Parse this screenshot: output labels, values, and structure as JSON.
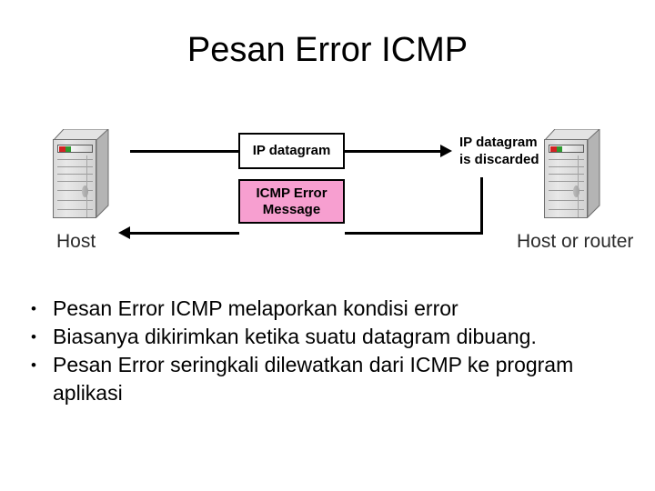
{
  "slide": {
    "title": "Pesan Error ICMP"
  },
  "diagram": {
    "left_node": {
      "caption": "Host",
      "icon": "tower-computer-icon"
    },
    "right_node": {
      "caption": "Host or router",
      "icon": "tower-computer-icon"
    },
    "boxes": [
      {
        "id": "ip-datagram",
        "label": "IP datagram",
        "fill": "#ffffff",
        "border": "#000000"
      },
      {
        "id": "icmp-error-message",
        "line1": "ICMP Error",
        "line2": "Message",
        "fill": "#f79fd0",
        "border": "#000000"
      }
    ],
    "annotations": {
      "discarded_line1": "IP datagram",
      "discarded_line2": "is discarded"
    }
  },
  "bullets": [
    "Pesan Error ICMP melaporkan kondisi error",
    "Biasanya dikirimkan ketika suatu datagram dibuang.",
    "Pesan Error seringkali dilewatkan dari ICMP ke program aplikasi"
  ]
}
